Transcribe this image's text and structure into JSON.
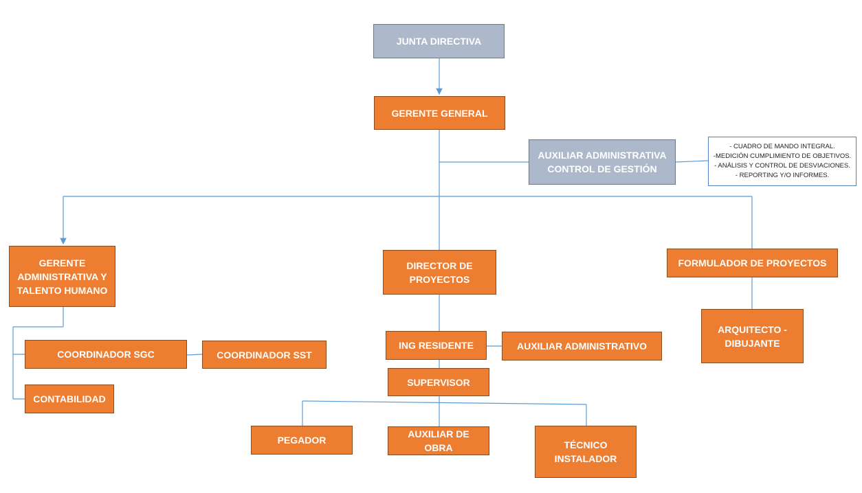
{
  "colors": {
    "primary_box": "#ED7D31",
    "secondary_box": "#ADB9CA",
    "connector": "#5B9BD5",
    "box_text": "#FFFFFF"
  },
  "nodes": {
    "junta_directiva": "JUNTA DIRECTIVA",
    "gerente_general": "GERENTE GENERAL",
    "auxiliar_control_gestion": "AUXILIAR ADMINISTRATIVA\nCONTROL DE GESTIÓN",
    "gerente_administrativa": "GERENTE\nADMINISTRATIVA Y\nTALENTO HUMANO",
    "director_proyectos": "DIRECTOR DE\nPROYECTOS",
    "formulador_proyectos": "FORMULADOR DE PROYECTOS",
    "arquitecto_dibujante": "ARQUITECTO -\nDIBUJANTE",
    "coordinador_sgc": "COORDINADOR SGC",
    "coordinador_sst": "COORDINADOR SST",
    "contabilidad": "CONTABILIDAD",
    "ing_residente": "ING RESIDENTE",
    "auxiliar_administrativo": "AUXILIAR ADMINISTRATIVO",
    "supervisor": "SUPERVISOR",
    "pegador": "PEGADOR",
    "auxiliar_obra": "AUXILIAR DE OBRA",
    "tecnico_instalador": "TÉCNICO\nINSTALADOR"
  },
  "note": {
    "lines": [
      "- CUADRO DE MANDO INTEGRAL.",
      "-MEDICIÓN CUMPLIMIENTO DE OBJETIVOS.",
      "- ANÁLISIS Y CONTROL DE DESVIACIONES.",
      "- REPORTING Y/O INFORMES."
    ]
  }
}
